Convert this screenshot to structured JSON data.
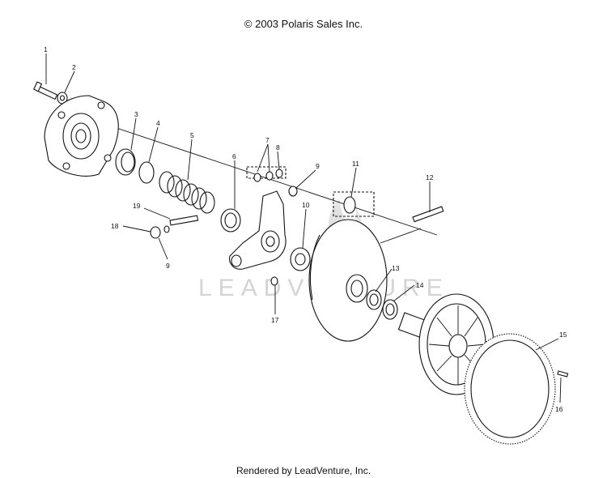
{
  "header": {
    "copyright": "© 2003 Polaris Sales Inc."
  },
  "footer": {
    "rendered_by": "Rendered by LeadVenture, Inc."
  },
  "watermark": {
    "text": "LEADVENTURE"
  },
  "callouts": [
    "1",
    "2",
    "3",
    "4",
    "5",
    "6",
    "7",
    "8",
    "9",
    "10",
    "11",
    "12",
    "13",
    "14",
    "15",
    "16",
    "17",
    "18",
    "19",
    "9"
  ]
}
